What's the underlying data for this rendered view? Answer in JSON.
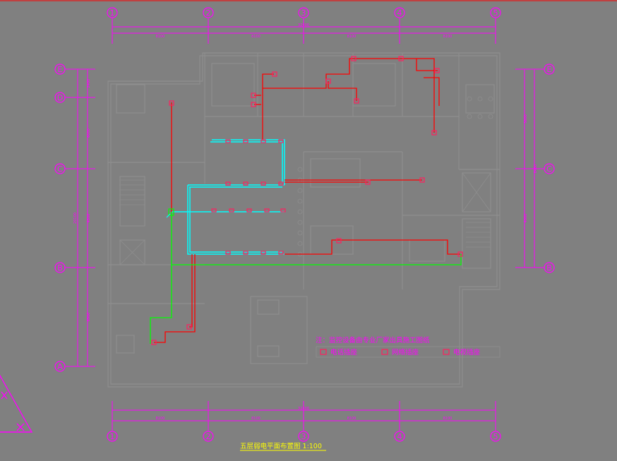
{
  "colors": {
    "background": "#808080",
    "grid": "#ff00ff",
    "wiring_red": "#ff0000",
    "wiring_green": "#00ff00",
    "conduit_cyan": "#00ffff",
    "walls": "#8e8e8e",
    "title": "#ffff00",
    "border_top": "#ff0000"
  },
  "grid_columns": [
    "1",
    "2",
    "3",
    "4",
    "5"
  ],
  "grid_rows": [
    "E",
    "D",
    "C",
    "B",
    "A"
  ],
  "top_dimensions": {
    "segments": [
      "8100",
      "8100",
      "8100",
      "8100"
    ],
    "total": "32400"
  },
  "bottom_dimensions": {
    "segments": [
      "8100",
      "8100",
      "8100",
      "8100"
    ],
    "total": "32400"
  },
  "left_dimensions": {
    "segments": [
      "2400",
      "6000",
      "4800",
      "6900"
    ],
    "total": "20100"
  },
  "right_dimensions": {
    "segments": [
      "3600",
      "4800"
    ],
    "total": "8400"
  },
  "note": "注：监控设备由专业厂家出具施工图纸",
  "legend": [
    {
      "icon": "phone-outlet-icon",
      "label": "电话插座"
    },
    {
      "icon": "network-outlet-icon",
      "label": "网络插座"
    },
    {
      "icon": "tv-outlet-icon",
      "label": "电视插座"
    }
  ],
  "title": "五层弱电平面布置图  1:100"
}
